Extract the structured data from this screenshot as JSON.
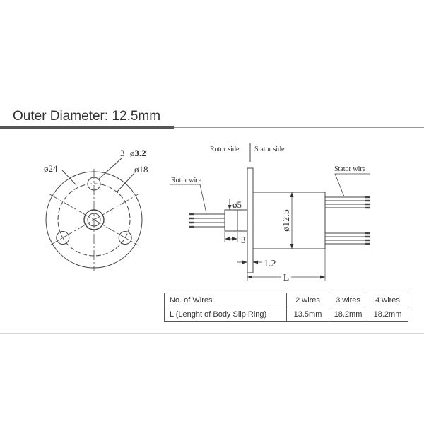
{
  "header": {
    "title": "Outer Diameter: 12.5mm"
  },
  "front_view": {
    "outer_diameter_label": "ø24",
    "hole_count_label": "3−ø",
    "hole_diameter_label": "3.2",
    "pitch_circle_label": "ø18"
  },
  "side_view": {
    "rotor_side_label": "Rotor side",
    "stator_side_label": "Stator side",
    "rotor_wire_label": "Rotor wire",
    "stator_wire_label": "Stator wire",
    "shaft_diameter_label": "ø5",
    "body_diameter_label": "ø12.5",
    "shaft_length_label": "3",
    "flange_thickness_label": "1.2",
    "body_length_label": "L"
  },
  "spec_table": {
    "rows": [
      {
        "label": "No. of Wires",
        "values": [
          "2 wires",
          "3 wires",
          "4 wires"
        ]
      },
      {
        "label": "L (Lenght of Body Slip Ring)",
        "values": [
          "13.5mm",
          "18.2mm",
          "18.2mm"
        ]
      }
    ]
  },
  "colors": {
    "line": "#444444",
    "title_bar": "#555555",
    "frame": "#d6d6d6"
  }
}
